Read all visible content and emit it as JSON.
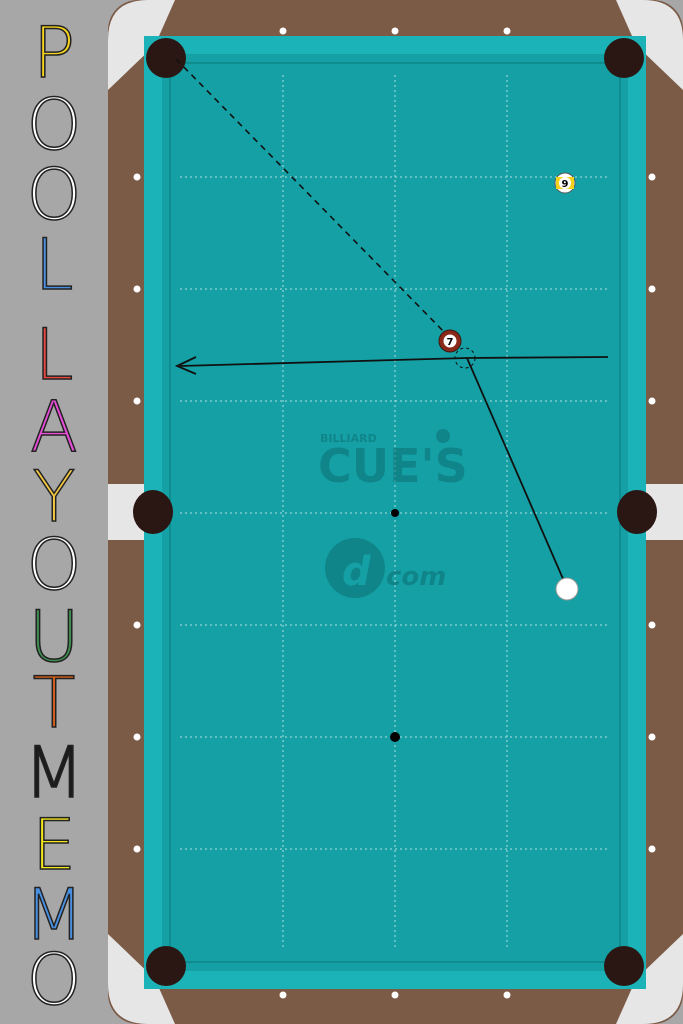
{
  "app": {
    "side_title_letters": [
      {
        "char": "P",
        "color": "#f5d21e"
      },
      {
        "char": "O",
        "color": "#ffffff"
      },
      {
        "char": "O",
        "color": "#ffffff"
      },
      {
        "char": "L",
        "color": "#4a90e2"
      },
      {
        "char": "L",
        "color": "#e8473f"
      },
      {
        "char": "A",
        "color": "#e84dd8"
      },
      {
        "char": "Y",
        "color": "#f5c842"
      },
      {
        "char": "O",
        "color": "#ffffff"
      },
      {
        "char": "U",
        "color": "#3e8f50"
      },
      {
        "char": "T",
        "color": "#d4601a"
      },
      {
        "char": "M",
        "color": "#1b1b1b"
      },
      {
        "char": "E",
        "color": "#f5e91e"
      },
      {
        "char": "M",
        "color": "#4a90e2"
      },
      {
        "char": "O",
        "color": "#ffffff"
      }
    ]
  },
  "colors": {
    "felt": "#14a0a4",
    "cushion": "#1aa8ad",
    "rail_wood": "#7b5a46",
    "corner_rail": "#e6e6e6",
    "pocket": "#2a1713",
    "grid_line": "#d6f0f0"
  },
  "logos": {
    "billiard_small": "BILLIARD",
    "cues": "CUE'S",
    "dcom": "com"
  },
  "balls": [
    {
      "name": "ball-9",
      "label": "9",
      "color": "#f5d21e",
      "striped": true
    },
    {
      "name": "ball-7",
      "label": "7",
      "color": "#8b2a1a",
      "striped": false
    },
    {
      "name": "cue-ball",
      "label": "",
      "color": "#ffffff",
      "striped": false
    }
  ]
}
